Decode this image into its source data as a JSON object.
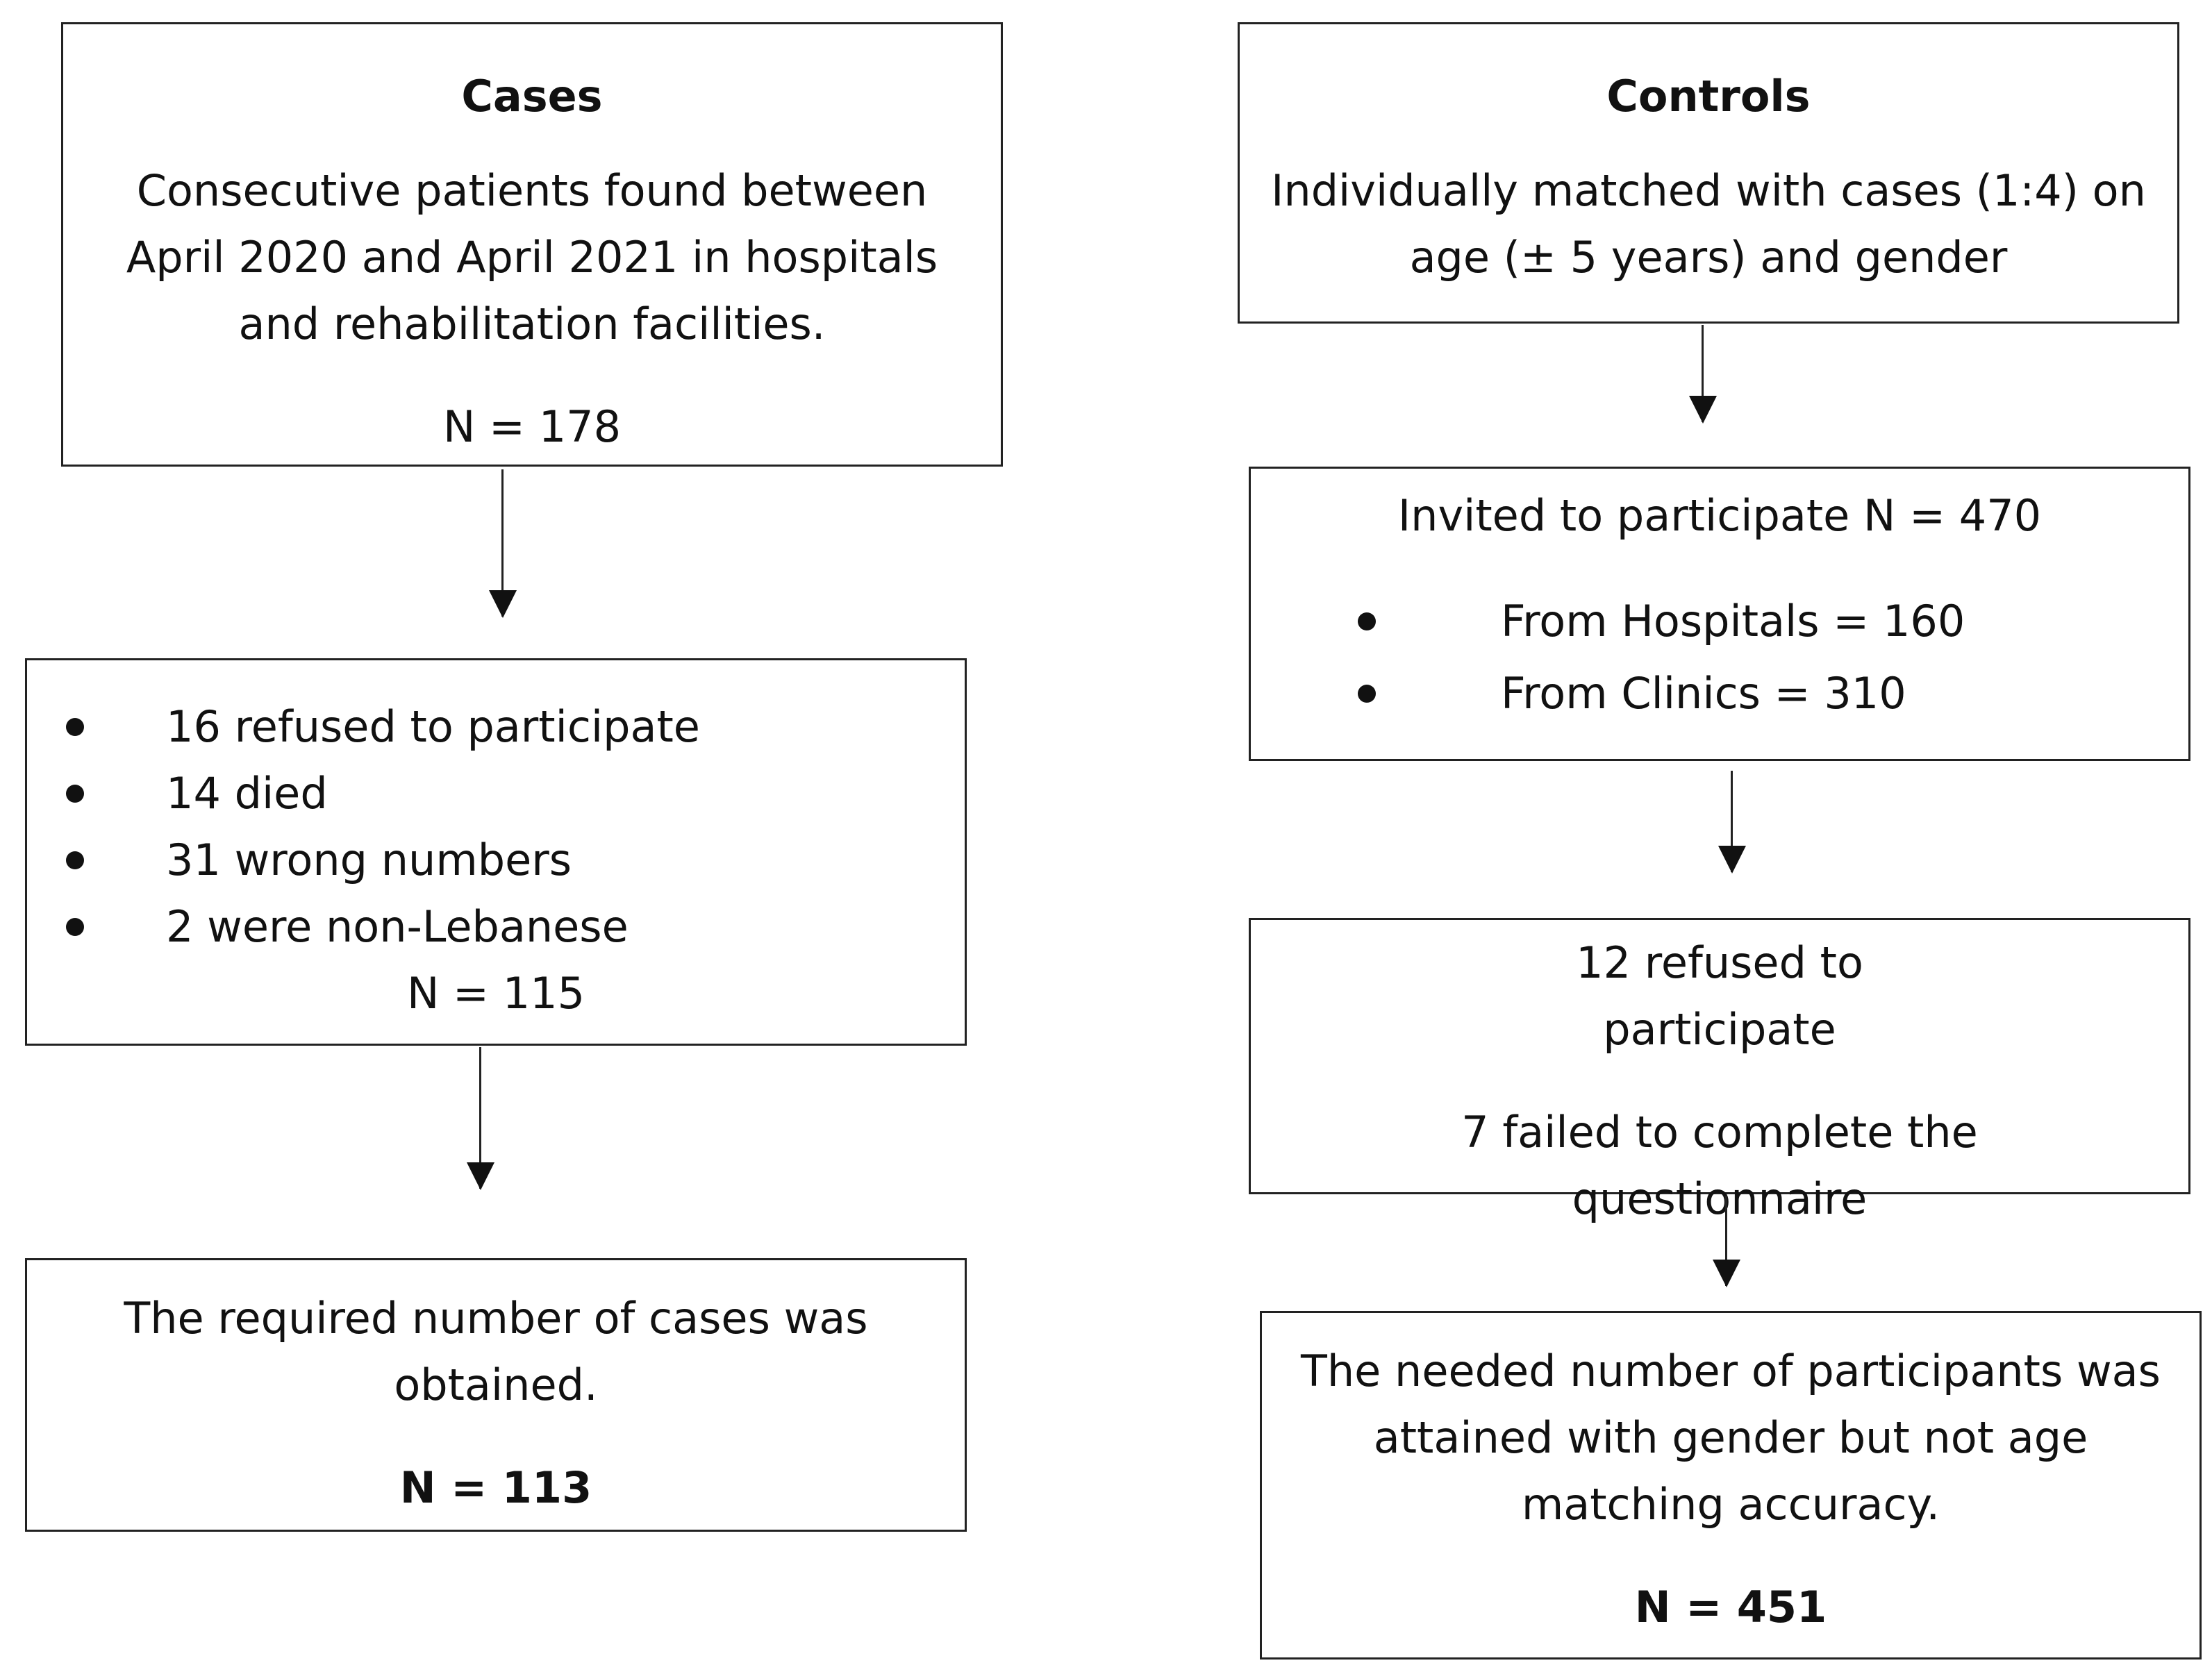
{
  "cases": {
    "title": "Cases",
    "description": "Consecutive patients found between April 2020 and April 2021 in hospitals and rehabilitation facilities.",
    "n_initial": "N = 178",
    "exclusions": [
      "16 refused to participate",
      "14 died",
      "31 wrong numbers",
      "2 were non-Lebanese"
    ],
    "n_after_exclusions": "N = 115",
    "final_text": "The required number of cases was obtained.",
    "n_final": "N = 113"
  },
  "controls": {
    "title": "Controls",
    "description": "Individually matched with cases (1:4) on age (± 5 years) and gender",
    "invited": "Invited to participate N = 470",
    "sources": [
      "From Hospitals = 160",
      "From Clinics = 310"
    ],
    "refused": "12 refused to participate",
    "failed": "7 failed to complete the questionnaire",
    "final_text": "The needed number of participants was attained with gender but not age matching accuracy.",
    "n_final": "N = 451"
  }
}
